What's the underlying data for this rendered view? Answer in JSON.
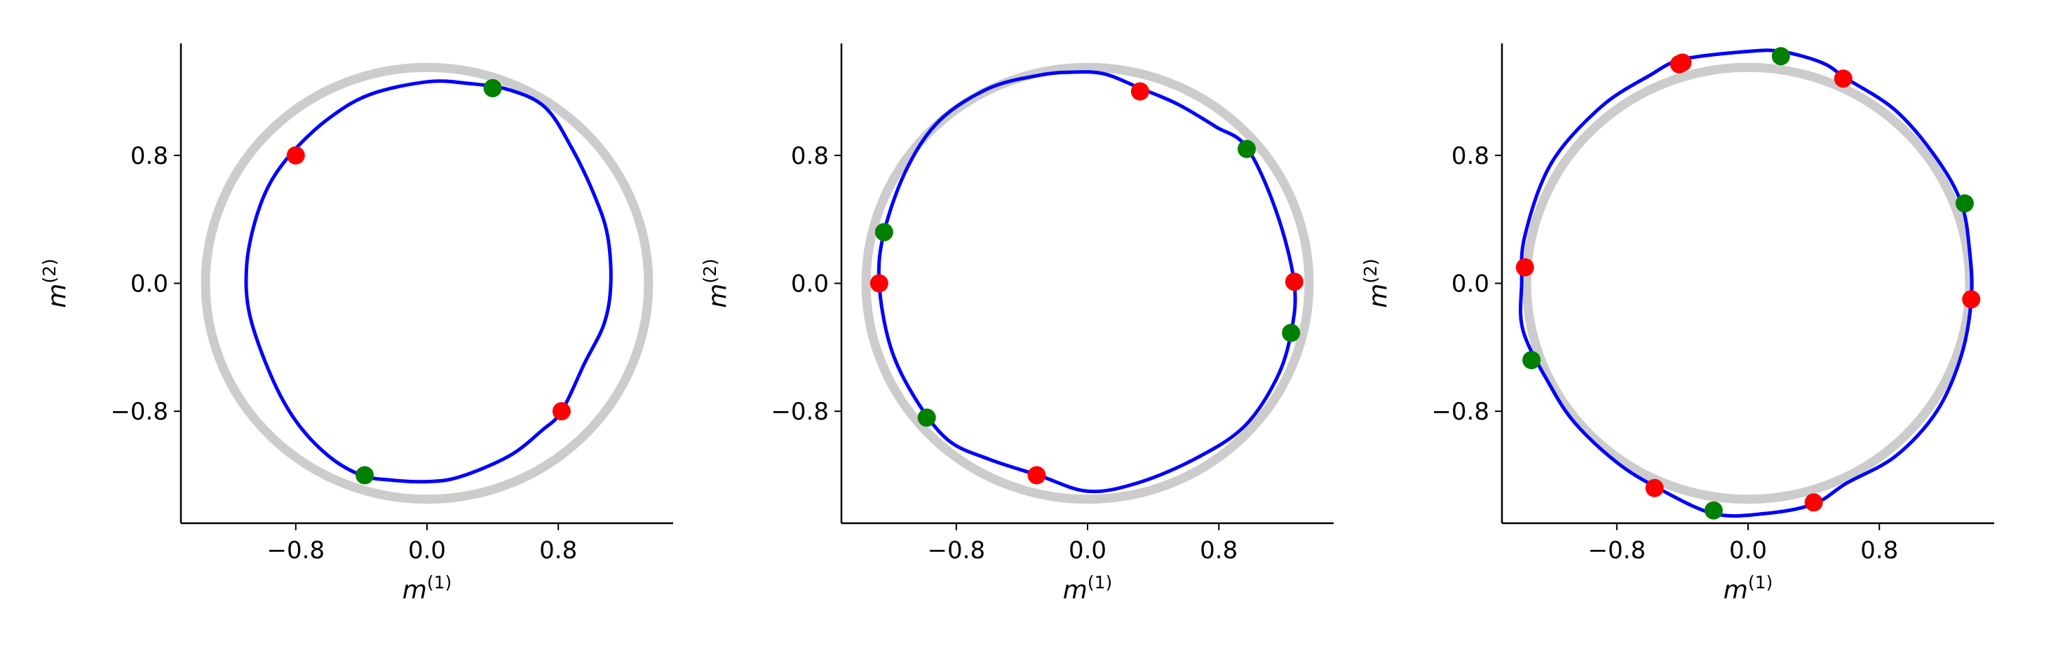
{
  "colors": {
    "reference_circle": "#cccccc",
    "curve": "#0000ff",
    "marker_red": "#ff0000",
    "marker_green": "#008000",
    "axis": "#000000"
  },
  "chart_data": [
    {
      "type": "line",
      "xlabel": {
        "base": "m",
        "sup": "(1)"
      },
      "ylabel": {
        "base": "m",
        "sup": "(2)"
      },
      "xlim": [
        -1.5,
        1.5
      ],
      "ylim": [
        -1.5,
        1.5
      ],
      "xticks": [
        -0.8,
        0.0,
        0.8
      ],
      "yticks": [
        -0.8,
        0.0,
        0.8
      ],
      "xtick_labels": [
        "−0.8",
        "0.0",
        "0.8"
      ],
      "ytick_labels": [
        "−0.8",
        "0.0",
        "0.8"
      ],
      "grid": false,
      "reference_circle_radius": 1.35,
      "curve": [
        [
          0.0,
          1.26
        ],
        [
          0.25,
          1.25
        ],
        [
          0.5,
          1.21
        ],
        [
          0.72,
          1.1
        ],
        [
          0.88,
          0.85
        ],
        [
          1.02,
          0.55
        ],
        [
          1.1,
          0.3
        ],
        [
          1.12,
          0.0
        ],
        [
          1.08,
          -0.25
        ],
        [
          0.96,
          -0.5
        ],
        [
          0.82,
          -0.8
        ],
        [
          0.7,
          -0.92
        ],
        [
          0.5,
          -1.08
        ],
        [
          0.2,
          -1.21
        ],
        [
          0.0,
          -1.24
        ],
        [
          -0.22,
          -1.23
        ],
        [
          -0.4,
          -1.2
        ],
        [
          -0.6,
          -1.08
        ],
        [
          -0.8,
          -0.86
        ],
        [
          -0.95,
          -0.58
        ],
        [
          -1.08,
          -0.2
        ],
        [
          -1.1,
          0.1
        ],
        [
          -1.05,
          0.38
        ],
        [
          -0.96,
          0.62
        ],
        [
          -0.82,
          0.82
        ],
        [
          -0.6,
          1.03
        ],
        [
          -0.35,
          1.18
        ],
        [
          0.0,
          1.26
        ]
      ],
      "markers": [
        {
          "x": 0.4,
          "y": 1.22,
          "color": "green"
        },
        {
          "x": -0.8,
          "y": 0.8,
          "color": "red"
        },
        {
          "x": 0.82,
          "y": -0.8,
          "color": "red"
        },
        {
          "x": -0.38,
          "y": -1.2,
          "color": "green"
        }
      ]
    },
    {
      "type": "line",
      "xlabel": {
        "base": "m",
        "sup": "(1)"
      },
      "ylabel": {
        "base": "m",
        "sup": "(2)"
      },
      "xlim": [
        -1.5,
        1.5
      ],
      "ylim": [
        -1.5,
        1.5
      ],
      "xticks": [
        -0.8,
        0.0,
        0.8
      ],
      "yticks": [
        -0.8,
        0.0,
        0.8
      ],
      "xtick_labels": [
        "−0.8",
        "0.0",
        "0.8"
      ],
      "ytick_labels": [
        "−0.8",
        "0.0",
        "0.8"
      ],
      "grid": false,
      "reference_circle_radius": 1.35,
      "curve": [
        [
          -0.1,
          1.32
        ],
        [
          0.1,
          1.31
        ],
        [
          0.32,
          1.22
        ],
        [
          0.55,
          1.12
        ],
        [
          0.78,
          0.98
        ],
        [
          0.97,
          0.85
        ],
        [
          1.15,
          0.45
        ],
        [
          1.26,
          0.0
        ],
        [
          1.24,
          -0.31
        ],
        [
          1.15,
          -0.6
        ],
        [
          0.95,
          -0.9
        ],
        [
          0.65,
          -1.1
        ],
        [
          0.3,
          -1.25
        ],
        [
          0.0,
          -1.3
        ],
        [
          -0.3,
          -1.2
        ],
        [
          -0.6,
          -1.1
        ],
        [
          -0.85,
          -0.98
        ],
        [
          -1.05,
          -0.72
        ],
        [
          -1.2,
          -0.4
        ],
        [
          -1.27,
          0.0
        ],
        [
          -1.24,
          0.32
        ],
        [
          -1.1,
          0.72
        ],
        [
          -0.9,
          1.02
        ],
        [
          -0.6,
          1.22
        ],
        [
          -0.3,
          1.3
        ],
        [
          -0.1,
          1.32
        ]
      ],
      "markers": [
        {
          "x": 0.32,
          "y": 1.2,
          "color": "red"
        },
        {
          "x": 0.97,
          "y": 0.84,
          "color": "green"
        },
        {
          "x": -1.24,
          "y": 0.32,
          "color": "green"
        },
        {
          "x": -1.27,
          "y": 0.0,
          "color": "red"
        },
        {
          "x": 1.26,
          "y": 0.01,
          "color": "red"
        },
        {
          "x": 1.24,
          "y": -0.31,
          "color": "green"
        },
        {
          "x": -0.98,
          "y": -0.84,
          "color": "green"
        },
        {
          "x": -0.31,
          "y": -1.2,
          "color": "red"
        }
      ]
    },
    {
      "type": "line",
      "xlabel": {
        "base": "m",
        "sup": "(1)"
      },
      "ylabel": {
        "base": "m",
        "sup": "(2)"
      },
      "xlim": [
        -1.5,
        1.5
      ],
      "ylim": [
        -1.5,
        1.5
      ],
      "xticks": [
        -0.8,
        0.0,
        0.8
      ],
      "yticks": [
        -0.8,
        0.0,
        0.8
      ],
      "xtick_labels": [
        "−0.8",
        "0.0",
        "0.8"
      ],
      "ytick_labels": [
        "−0.8",
        "0.0",
        "0.8"
      ],
      "grid": false,
      "reference_circle_radius": 1.35,
      "curve": [
        [
          0.0,
          1.45
        ],
        [
          0.2,
          1.45
        ],
        [
          0.45,
          1.38
        ],
        [
          0.6,
          1.28
        ],
        [
          0.9,
          1.08
        ],
        [
          1.15,
          0.78
        ],
        [
          1.3,
          0.5
        ],
        [
          1.35,
          0.2
        ],
        [
          1.36,
          -0.1
        ],
        [
          1.3,
          -0.45
        ],
        [
          1.15,
          -0.8
        ],
        [
          0.9,
          -1.08
        ],
        [
          0.6,
          -1.25
        ],
        [
          0.4,
          -1.38
        ],
        [
          0.1,
          -1.44
        ],
        [
          -0.21,
          -1.44
        ],
        [
          -0.55,
          -1.28
        ],
        [
          -0.8,
          -1.12
        ],
        [
          -1.05,
          -0.88
        ],
        [
          -1.2,
          -0.65
        ],
        [
          -1.37,
          -0.3
        ],
        [
          -1.38,
          0.0
        ],
        [
          -1.36,
          0.3
        ],
        [
          -1.2,
          0.75
        ],
        [
          -0.9,
          1.1
        ],
        [
          -0.6,
          1.3
        ],
        [
          -0.4,
          1.4
        ],
        [
          0.0,
          1.45
        ]
      ],
      "markers": [
        {
          "x": -0.4,
          "y": 1.38,
          "color": "red"
        },
        {
          "x": -0.42,
          "y": 1.37,
          "color": "red"
        },
        {
          "x": 0.2,
          "y": 1.42,
          "color": "green"
        },
        {
          "x": 0.58,
          "y": 1.28,
          "color": "red"
        },
        {
          "x": 1.32,
          "y": 0.5,
          "color": "green"
        },
        {
          "x": -1.36,
          "y": 0.1,
          "color": "red"
        },
        {
          "x": 1.36,
          "y": -0.1,
          "color": "red"
        },
        {
          "x": -1.32,
          "y": -0.48,
          "color": "green"
        },
        {
          "x": -0.57,
          "y": -1.28,
          "color": "red"
        },
        {
          "x": 0.4,
          "y": -1.37,
          "color": "red"
        },
        {
          "x": -0.21,
          "y": -1.42,
          "color": "green"
        }
      ]
    }
  ]
}
